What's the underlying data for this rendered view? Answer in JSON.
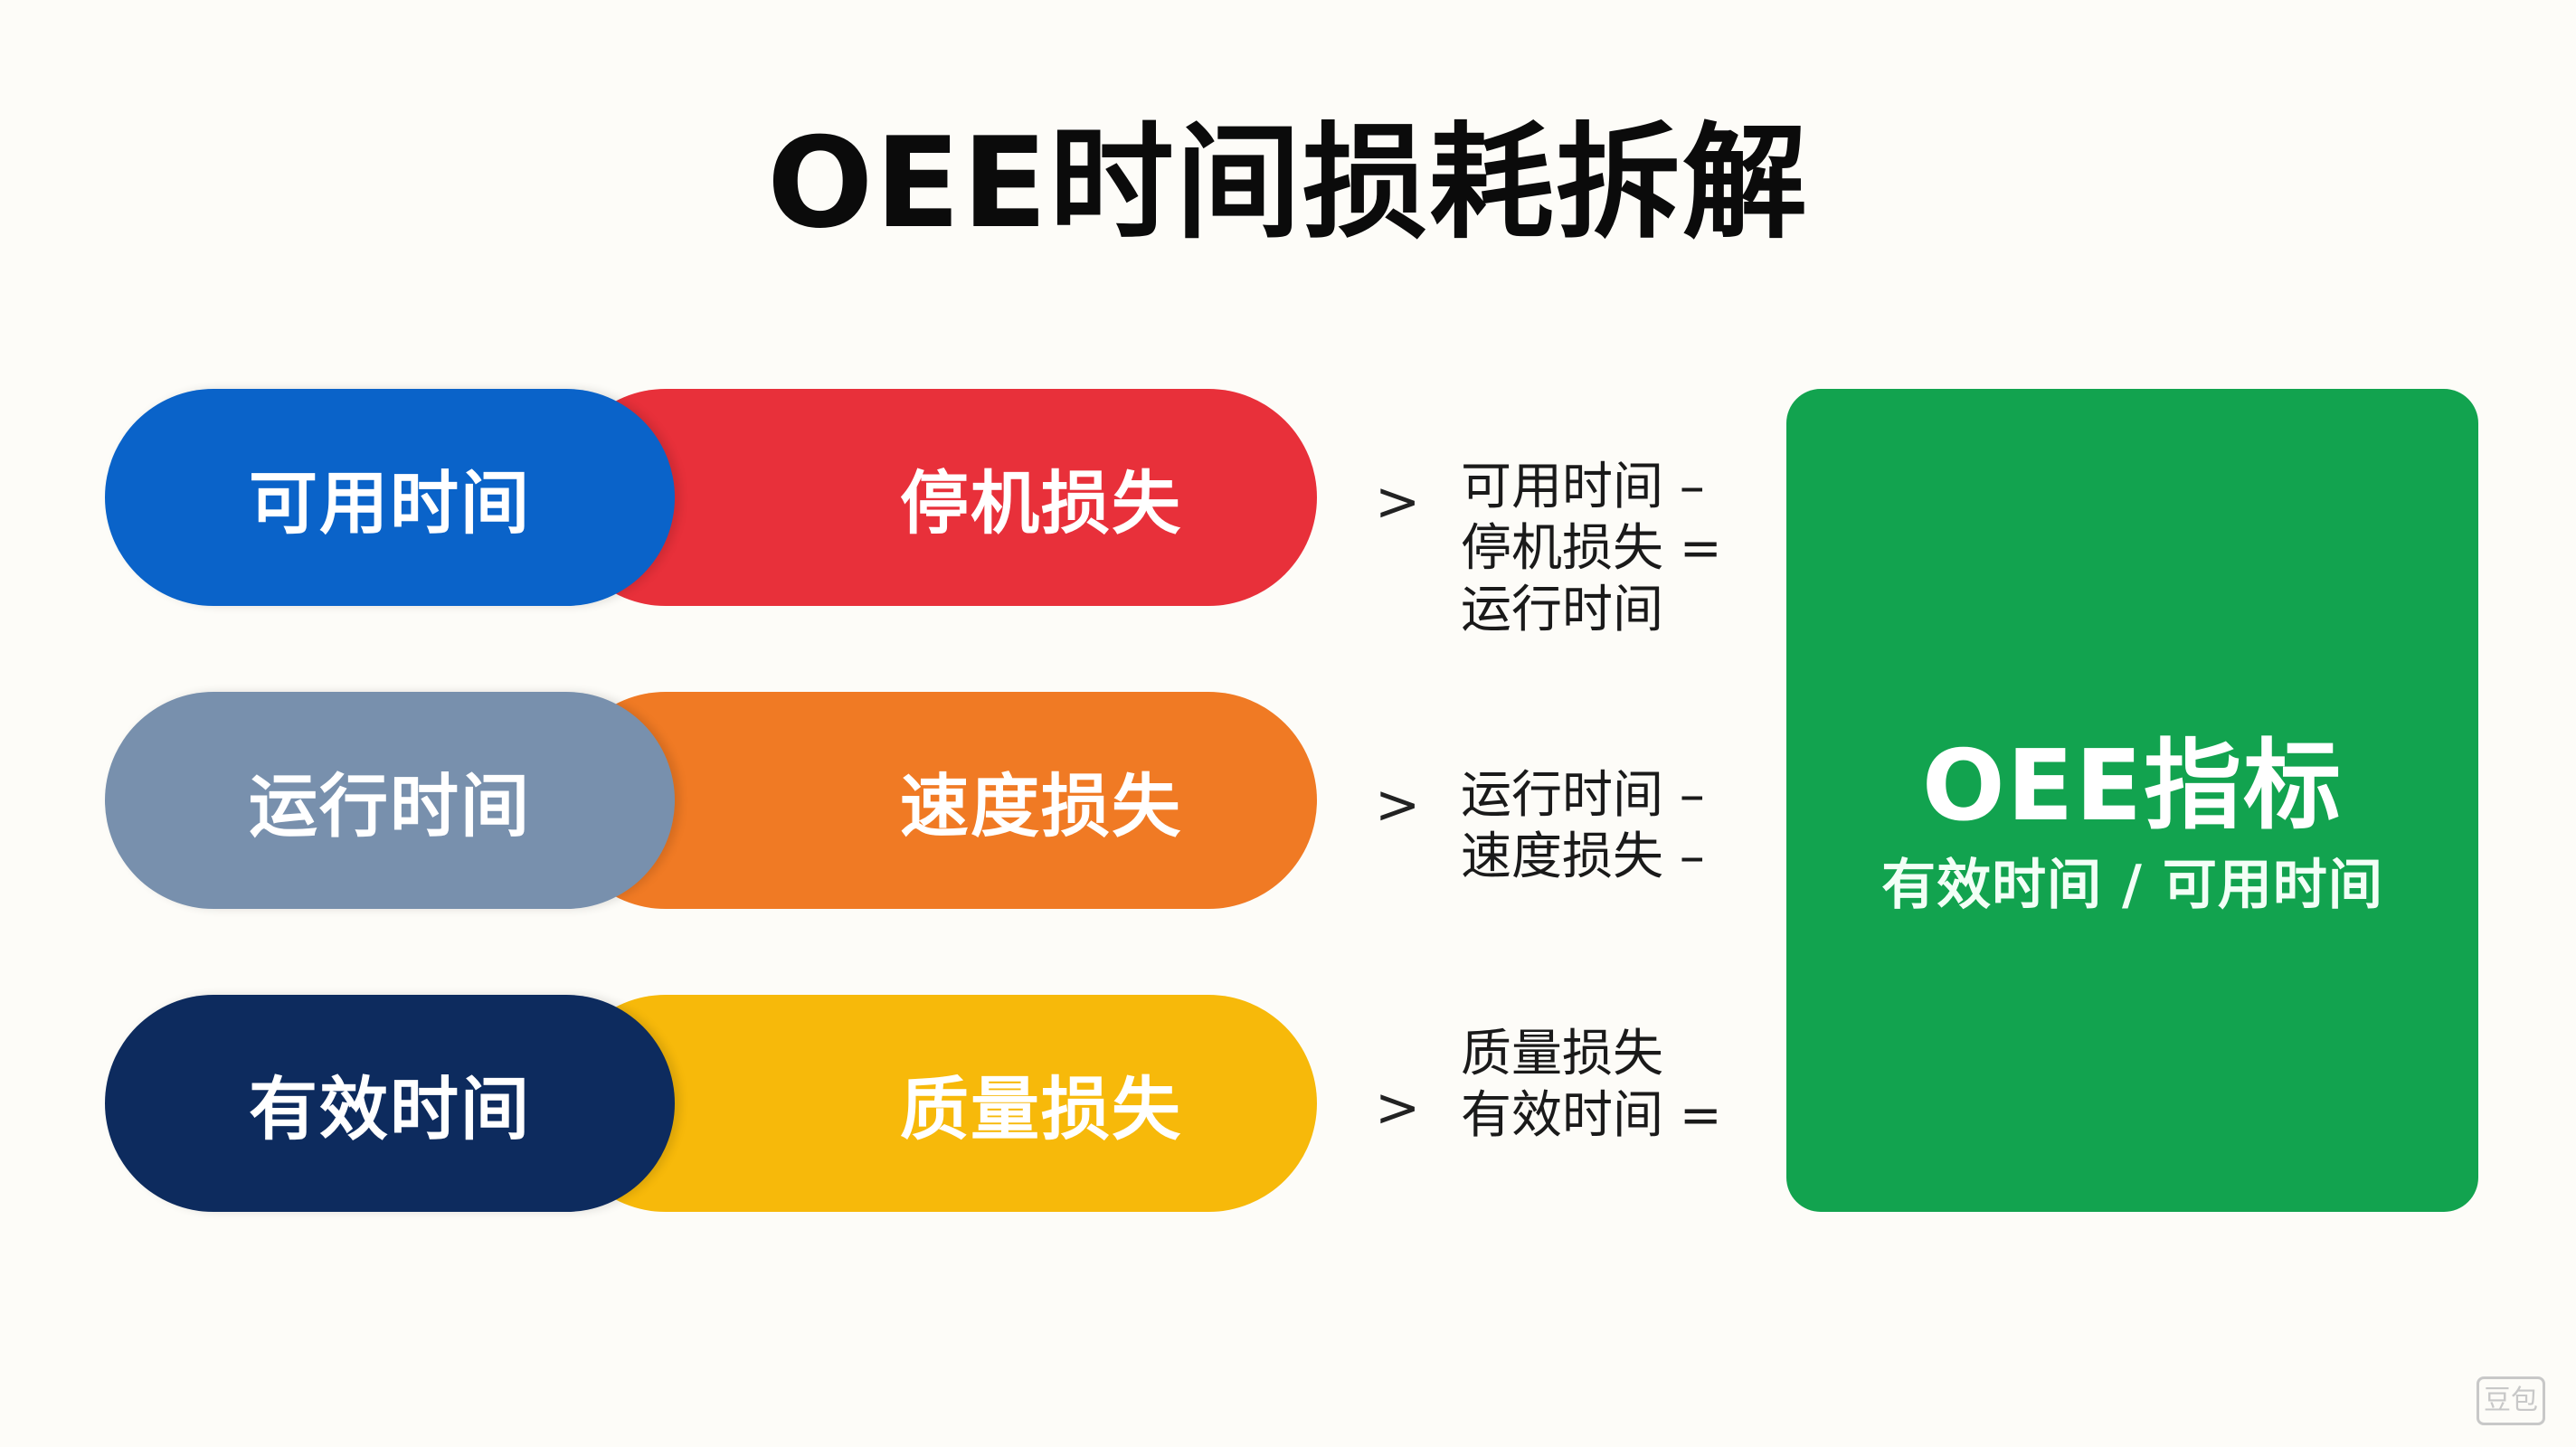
{
  "title": "OEE时间损耗拆解",
  "rows": [
    {
      "time_label": "可用时间",
      "loss_label": "停机损失",
      "time_color": "#0a63c9",
      "loss_color": "#e8303a",
      "arrow": ">",
      "formula": [
        "可用时间 –",
        "停机损失 =",
        "运行时间"
      ]
    },
    {
      "time_label": "运行时间",
      "loss_label": "速度损失",
      "time_color": "#7890ad",
      "loss_color": "#f07a24",
      "arrow": ">",
      "formula": [
        "运行时间 –",
        "速度损失 –"
      ]
    },
    {
      "time_label": "有效时间",
      "loss_label": "质量损失",
      "time_color": "#0d2b5e",
      "loss_color": "#f7b90a",
      "arrow": ">",
      "formula": [
        "质量损失",
        "有效时间 ="
      ]
    }
  ],
  "metric": {
    "title": "OEE指标",
    "subtitle": "有效时间 / 可用时间",
    "color": "#12a34f"
  },
  "watermark": "豆包"
}
